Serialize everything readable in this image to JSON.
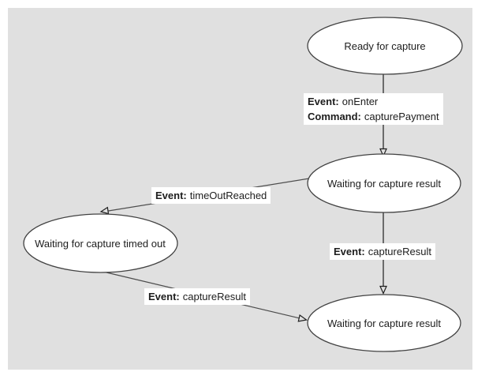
{
  "diagram": {
    "type": "state-machine",
    "states": [
      {
        "label": "Ready for capture"
      },
      {
        "label": "Waiting for capture result"
      },
      {
        "label": "Waiting for capture timed out"
      },
      {
        "label": "Waiting for capture result"
      }
    ],
    "transitions": [
      {
        "from": 0,
        "to": 1,
        "lines": [
          {
            "key": "Event:",
            "value": "onEnter"
          },
          {
            "key": "Command:",
            "value": "capturePayment"
          }
        ]
      },
      {
        "from": 1,
        "to": 2,
        "lines": [
          {
            "key": "Event:",
            "value": "timeOutReached"
          }
        ]
      },
      {
        "from": 1,
        "to": 3,
        "lines": [
          {
            "key": "Event:",
            "value": "captureResult"
          }
        ]
      },
      {
        "from": 2,
        "to": 3,
        "lines": [
          {
            "key": "Event:",
            "value": "captureResult"
          }
        ]
      }
    ],
    "colors": {
      "page_background": "#ffffff",
      "canvas_background": "#e0e0e0",
      "node_fill": "#ffffff",
      "node_stroke": "#424242",
      "edge_stroke": "#4d4d4d",
      "text": "#1d1d1d",
      "label_background": "#ffffff"
    }
  }
}
